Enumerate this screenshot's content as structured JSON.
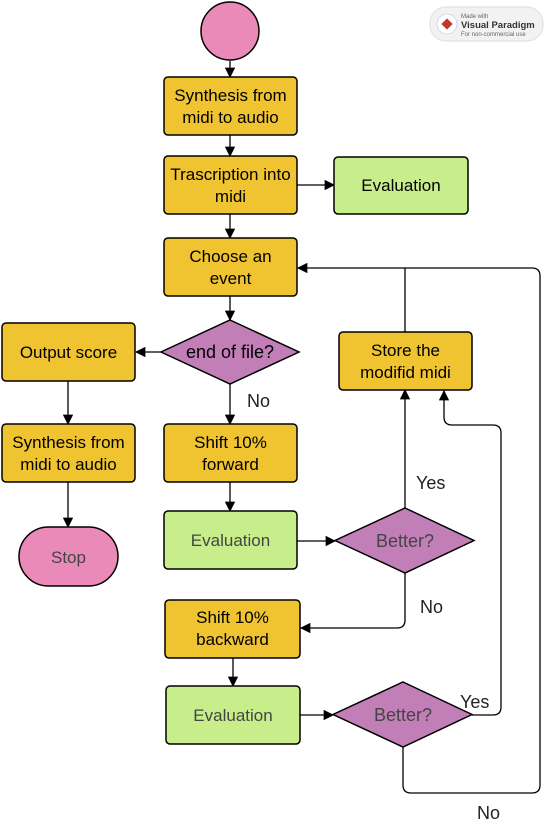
{
  "colors": {
    "process": "#f0c330",
    "evaluation": "#c8ee8c",
    "decision": "#c27fb7",
    "terminal": "#ea8ab8",
    "edge": "#000000"
  },
  "watermark": {
    "line1": "Made with",
    "brand": "Visual Paradigm",
    "line3": "For non-commercial use",
    "icon": "visual-paradigm-logo-icon"
  },
  "nodes": {
    "start": "",
    "synth1": [
      "Synthesis from",
      "midi to audio"
    ],
    "transcription": [
      "Trascription into",
      "midi"
    ],
    "eval_top": "Evaluation",
    "choose_event": [
      "Choose an",
      "event"
    ],
    "end_of_file": "end of file?",
    "output_score": "Output score",
    "synth2": [
      "Synthesis from",
      "midi to audio"
    ],
    "stop": "Stop",
    "store_midi": [
      "Store the",
      "modifid midi"
    ],
    "shift_forward": [
      "Shift 10%",
      "forward"
    ],
    "eval_forward": "Evaluation",
    "better1": "Better?",
    "shift_backward": [
      "Shift 10%",
      "backward"
    ],
    "eval_backward": "Evaluation",
    "better2": "Better?"
  },
  "edge_labels": {
    "eof_no": "No",
    "better1_yes": "Yes",
    "better1_no": "No",
    "better2_yes": "Yes",
    "better2_no": "No"
  }
}
